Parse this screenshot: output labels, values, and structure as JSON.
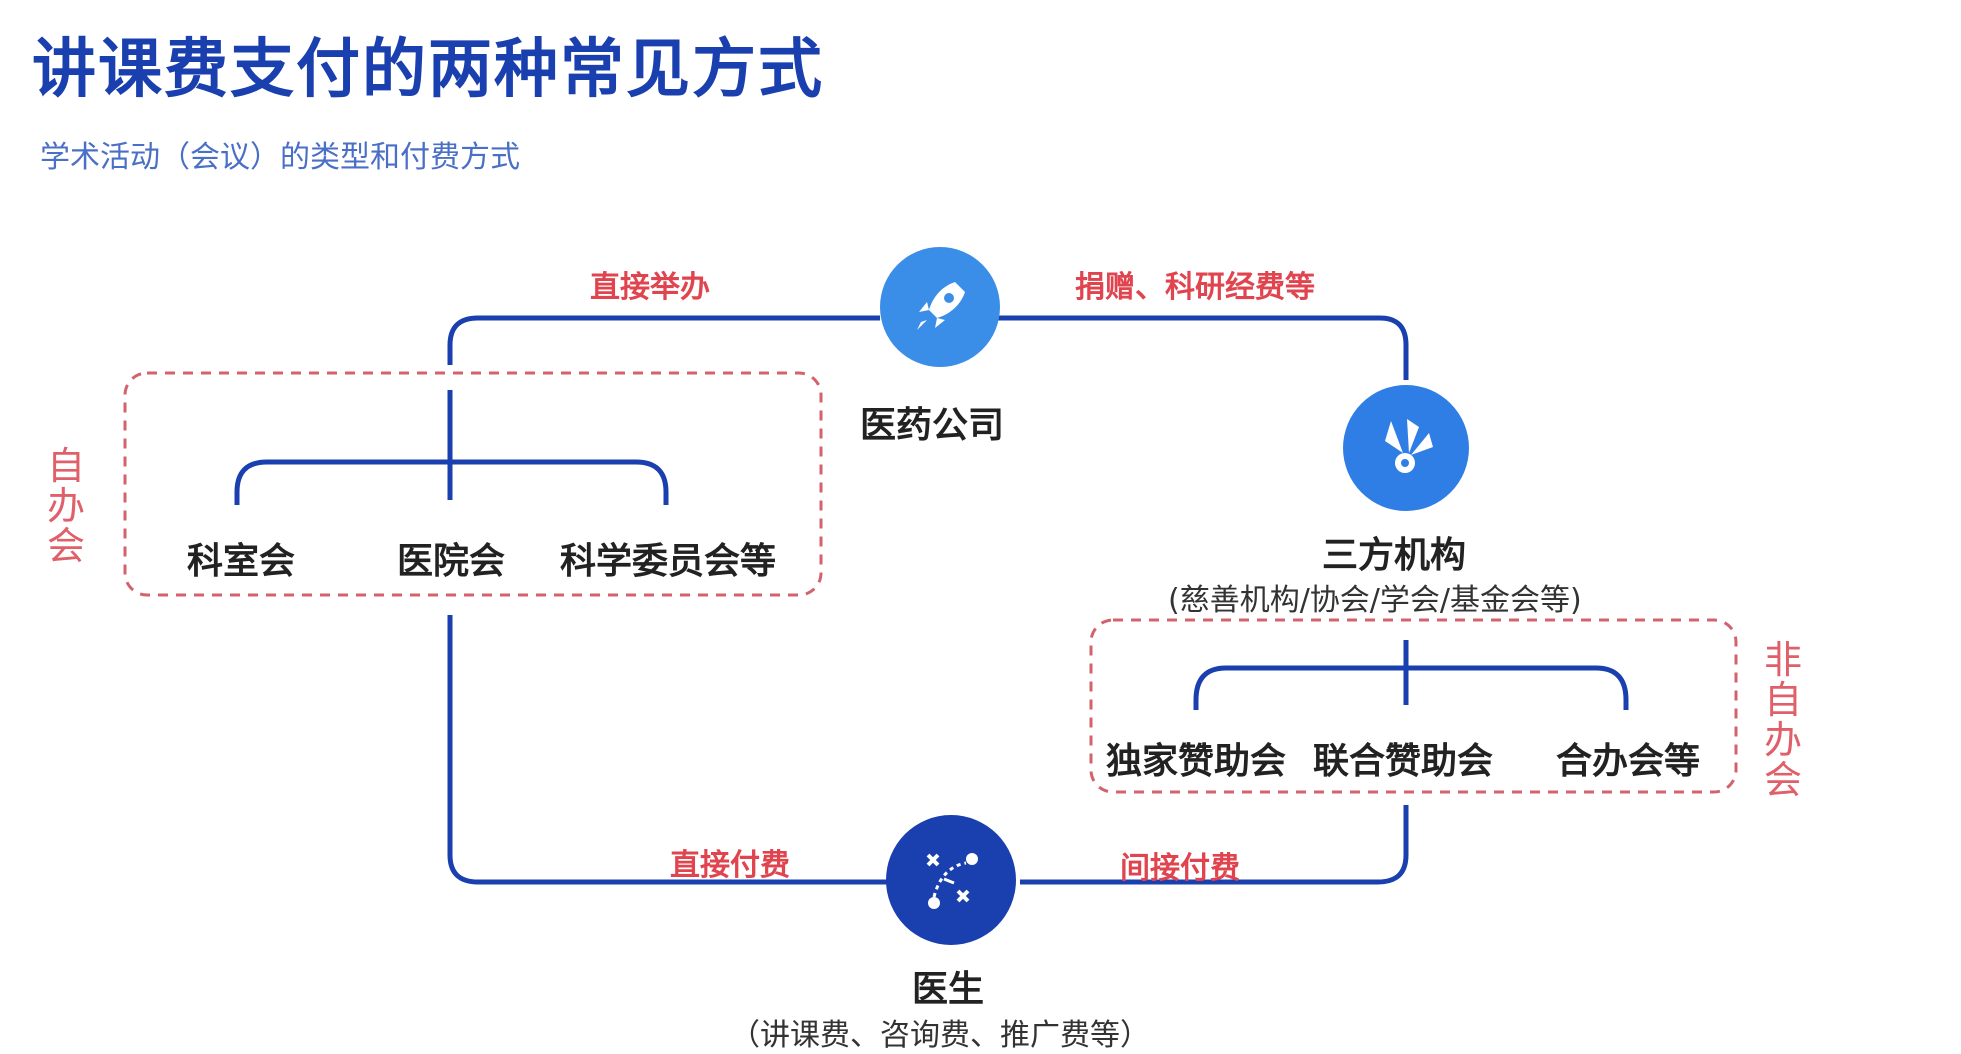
{
  "title": "讲课费支付的两种常见方式",
  "subtitle": "学术活动（会议）的类型和付费方式",
  "nodes": {
    "pharma": "医药公司",
    "third_party": "三方机构",
    "third_party_sub": "(慈善机构/协会/学会/基金会等)",
    "doctor": "医生",
    "doctor_sub": "（讲课费、咨询费、推广费等）"
  },
  "edge_labels": {
    "direct_host": "直接举办",
    "donation": "捐赠、科研经费等",
    "direct_pay": "直接付费",
    "indirect_pay": "间接付费"
  },
  "self_hosted": {
    "label": "自办会",
    "items": [
      "科室会",
      "医院会",
      "科学委员会等"
    ]
  },
  "non_self_hosted": {
    "label": "非自办会",
    "items": [
      "独家赞助会",
      "联合赞助会",
      "合办会等"
    ]
  },
  "colors": {
    "title": "#1a3fae",
    "line": "#1a3fae",
    "accent_red": "#e0454f",
    "circle_light": "#3b8ee8",
    "circle_dark": "#1a3fae"
  },
  "icons": {
    "pharma": "rocket-icon",
    "third_party": "fan-icon",
    "doctor": "strategy-icon"
  }
}
